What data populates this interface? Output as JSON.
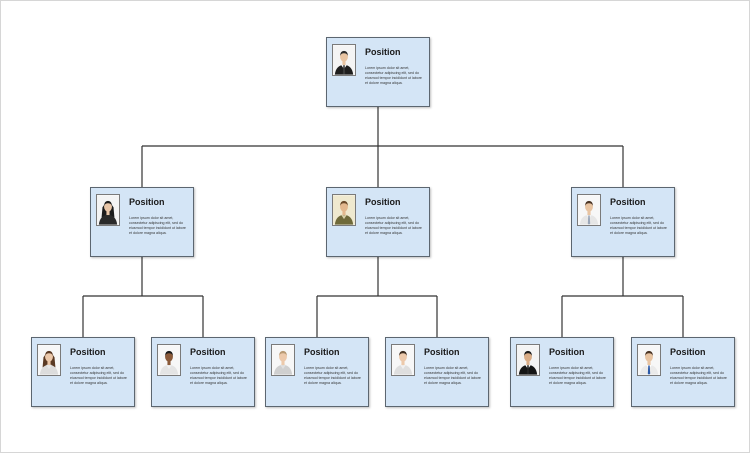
{
  "colors": {
    "node_fill": "#d4e5f6",
    "node_border": "#5c6670",
    "connector": "#333333"
  },
  "nodes": [
    {
      "id": "root",
      "parent": null,
      "title": "Position",
      "description": "Lorem ipsum dolor sit amet, consectetur adipiscing elit, sed do eiusmod tempor incididunt ut labore et dolore magna aliqua.",
      "avatar": "man-dark-suit-icon"
    },
    {
      "id": "m1",
      "parent": "root",
      "title": "Position",
      "description": "Lorem ipsum dolor sit amet, consectetur adipiscing elit, sed do eiusmod tempor incididunt ut labore et dolore magna aliqua.",
      "avatar": "woman-dark-hair-icon"
    },
    {
      "id": "m2",
      "parent": "root",
      "title": "Position",
      "description": "Lorem ipsum dolor sit amet, consectetur adipiscing elit, sed do eiusmod tempor incididunt ut labore et dolore magna aliqua.",
      "avatar": "man-olive-jacket-icon"
    },
    {
      "id": "m3",
      "parent": "root",
      "title": "Position",
      "description": "Lorem ipsum dolor sit amet, consectetur adipiscing elit, sed do eiusmod tempor incididunt ut labore et dolore magna aliqua.",
      "avatar": "man-white-shirt-icon"
    },
    {
      "id": "s1",
      "parent": "m1",
      "title": "Position",
      "description": "Lorem ipsum dolor sit amet, consectetur adipiscing elit, sed do eiusmod tempor incididunt ut labore et dolore magna aliqua.",
      "avatar": "woman-brown-hair-icon"
    },
    {
      "id": "s2",
      "parent": "m1",
      "title": "Position",
      "description": "Lorem ipsum dolor sit amet, consectetur adipiscing elit, sed do eiusmod tempor incididunt ut labore et dolore magna aliqua.",
      "avatar": "man-dark-skin-icon"
    },
    {
      "id": "s3",
      "parent": "m2",
      "title": "Position",
      "description": "Lorem ipsum dolor sit amet, consectetur adipiscing elit, sed do eiusmod tempor incididunt ut labore et dolore magna aliqua.",
      "avatar": "man-light-hair-icon"
    },
    {
      "id": "s4",
      "parent": "m2",
      "title": "Position",
      "description": "Lorem ipsum dolor sit amet, consectetur adipiscing elit, sed do eiusmod tempor incididunt ut labore et dolore magna aliqua.",
      "avatar": "woman-short-hair-icon"
    },
    {
      "id": "s5",
      "parent": "m3",
      "title": "Position",
      "description": "Lorem ipsum dolor sit amet, consectetur adipiscing elit, sed do eiusmod tempor incididunt ut labore et dolore magna aliqua.",
      "avatar": "man-black-suit-icon"
    },
    {
      "id": "s6",
      "parent": "m3",
      "title": "Position",
      "description": "Lorem ipsum dolor sit amet, consectetur adipiscing elit, sed do eiusmod tempor incididunt ut labore et dolore magna aliqua.",
      "avatar": "man-blue-tie-icon"
    }
  ]
}
